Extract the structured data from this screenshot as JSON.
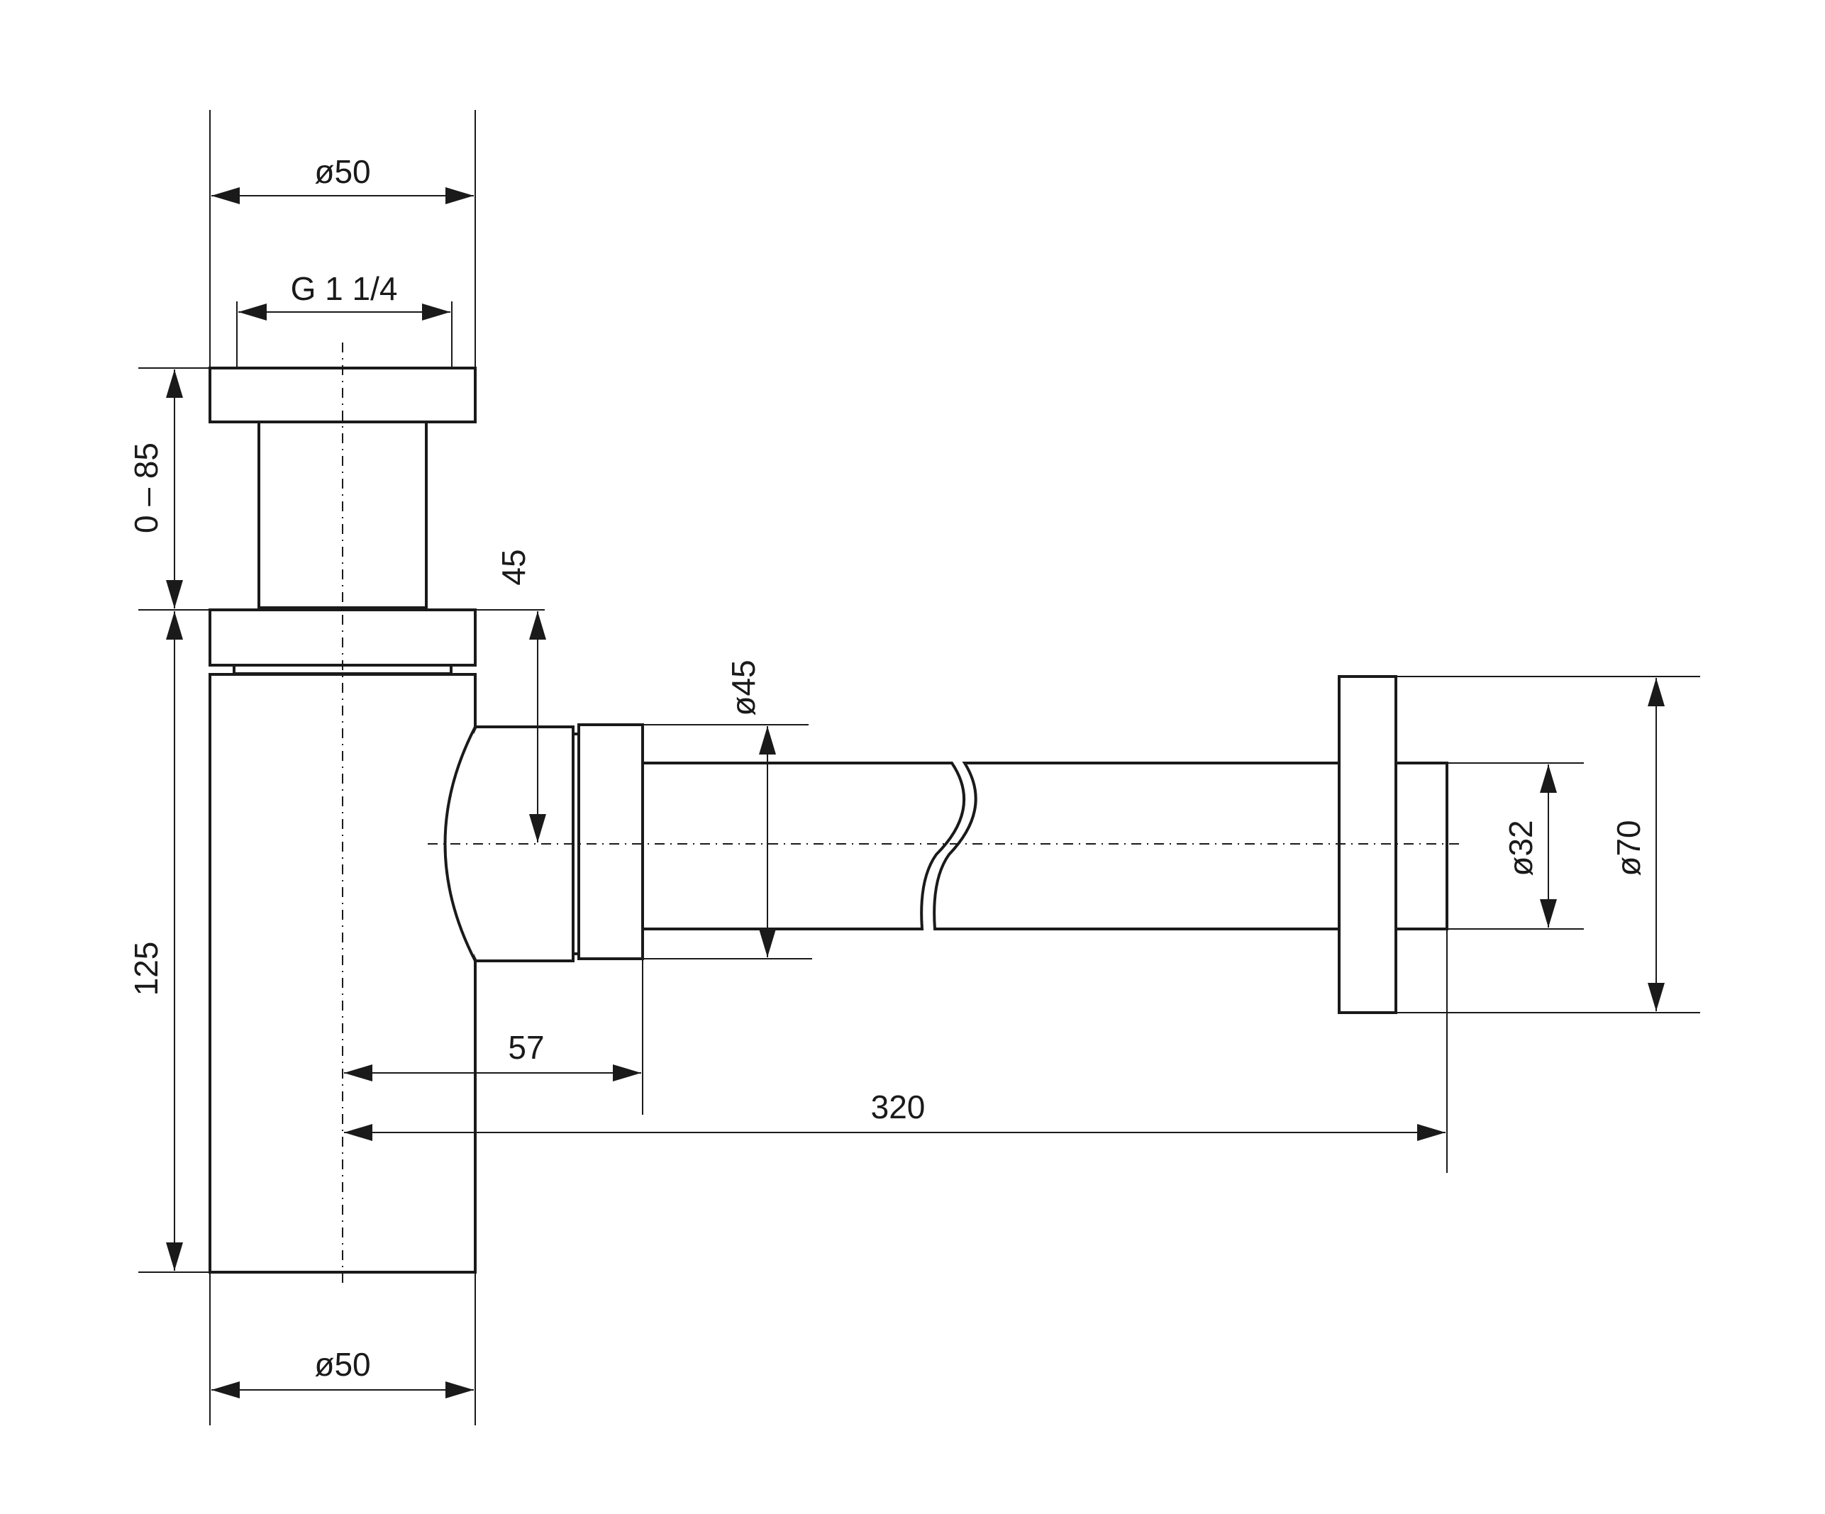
{
  "dimensions": {
    "top_diameter": "ø50",
    "thread": "G 1 1/4",
    "adjust_range": "0 – 85",
    "inlet_height": "45",
    "body_height": "125",
    "pipe_diameter": "ø45",
    "offset_short": "57",
    "offset_long": "320",
    "wall_pipe_diameter": "ø32",
    "rosette_diameter": "ø70",
    "bottom_diameter": "ø50"
  },
  "colors": {
    "line": "#1a1a1a",
    "background": "#ffffff"
  }
}
